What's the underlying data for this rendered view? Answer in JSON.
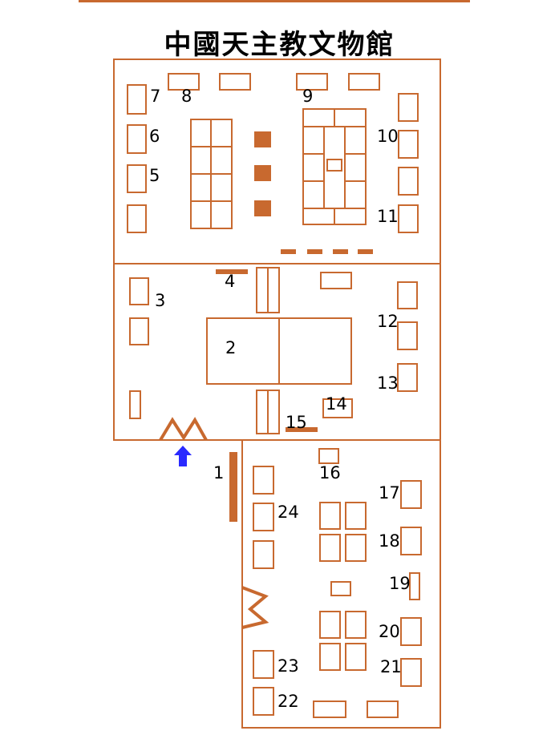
{
  "title": "中國天主教文物館",
  "colors": {
    "wall": "#c8692f",
    "fill": "#c8692f",
    "entrance_arrow": "#2a2aff"
  },
  "labels": [
    "1",
    "2",
    "3",
    "4",
    "5",
    "6",
    "7",
    "8",
    "9",
    "10",
    "11",
    "12",
    "13",
    "14",
    "15",
    "16",
    "17",
    "18",
    "19",
    "20",
    "21",
    "22",
    "23",
    "24"
  ],
  "icons": {
    "entrance": "entrance-arrow-icon"
  }
}
